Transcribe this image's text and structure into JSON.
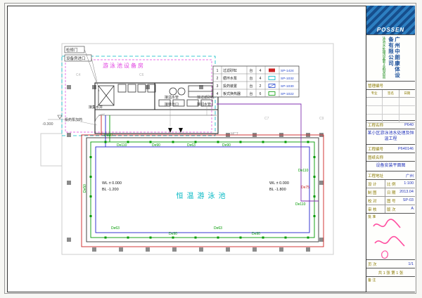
{
  "plan": {
    "room_label": "游泳池设备房",
    "pool_label": "恒温游泳池",
    "door_note": "检修门",
    "entry_note": "设备房进口",
    "elevation": "-0.300",
    "level_left_1": "WL ± 0.000",
    "level_left_2": "BL -1.200",
    "level_right_1": "WL ± 0.000",
    "level_right_2": "BL -1.800",
    "notes": {
      "n1": "接溢水管",
      "n2": "接吸污口",
      "n3": "接过滤砂缸",
      "n4": "接回水管",
      "n5": "接集水井",
      "n6": "投药泵加药"
    },
    "axis": {
      "a1": "C4",
      "a2": "C6",
      "a3": "C7",
      "a4": "C9",
      "a5": "MCT"
    },
    "pipes": {
      "p1": "De50",
      "p2": "De110",
      "p3": "De90",
      "p4": "De63",
      "p5": "De90",
      "p6": "De110",
      "p7": "De75",
      "p8": "De110",
      "p9": "De63",
      "p10": "De90",
      "p11": "De63",
      "p12": "De90",
      "p13": "De50"
    }
  },
  "legend": {
    "rows": [
      {
        "no": "1",
        "name": "过滤砂缸",
        "unit": "台",
        "qty": "4",
        "code": "SP-1424"
      },
      {
        "no": "2",
        "name": "循环水泵",
        "unit": "台",
        "qty": "4",
        "code": "SP-1032"
      },
      {
        "no": "3",
        "name": "投药装置",
        "unit": "台",
        "qty": "2",
        "code": "SP-1030"
      },
      {
        "no": "4",
        "name": "板式换热器",
        "unit": "台",
        "qty": "6",
        "code": "SP-1022"
      }
    ]
  },
  "titleblock": {
    "logo_text": "POSSEN",
    "company": "广州中朗康体设备有限公司",
    "tagline": "泳池水处理设备专业制造商",
    "mgmt_label": "管理编号",
    "sign_headers": {
      "h1": "专业",
      "h2": "签名",
      "h3": "日期"
    },
    "project_label": "工程名称",
    "project_code": "P640",
    "project_name": "某小区游泳池水处理及恒温工程",
    "projno_label": "工程编号",
    "projno_value": "P640146",
    "sheet_label": "图纸名称",
    "sheet_name": "设备安装平面图",
    "addr_label": "工程地址",
    "addr_value": "广州",
    "grid": {
      "design_label": "设 计",
      "draft_label": "制 图",
      "check_label": "校 对",
      "audit_label": "审 核",
      "scale_label": "比 例",
      "scale_value": "1:100",
      "date_label": "日 期",
      "date_value": "2013.04",
      "no_label": "图 号",
      "no_value": "SP-03",
      "rev_label": "版 次",
      "rev_value": "A"
    },
    "approve_label": "批 准",
    "page_label": "页 次",
    "page_value": "1/1",
    "sheets_text": "共 1 张  第 1 张",
    "remark_label": "备 注"
  }
}
